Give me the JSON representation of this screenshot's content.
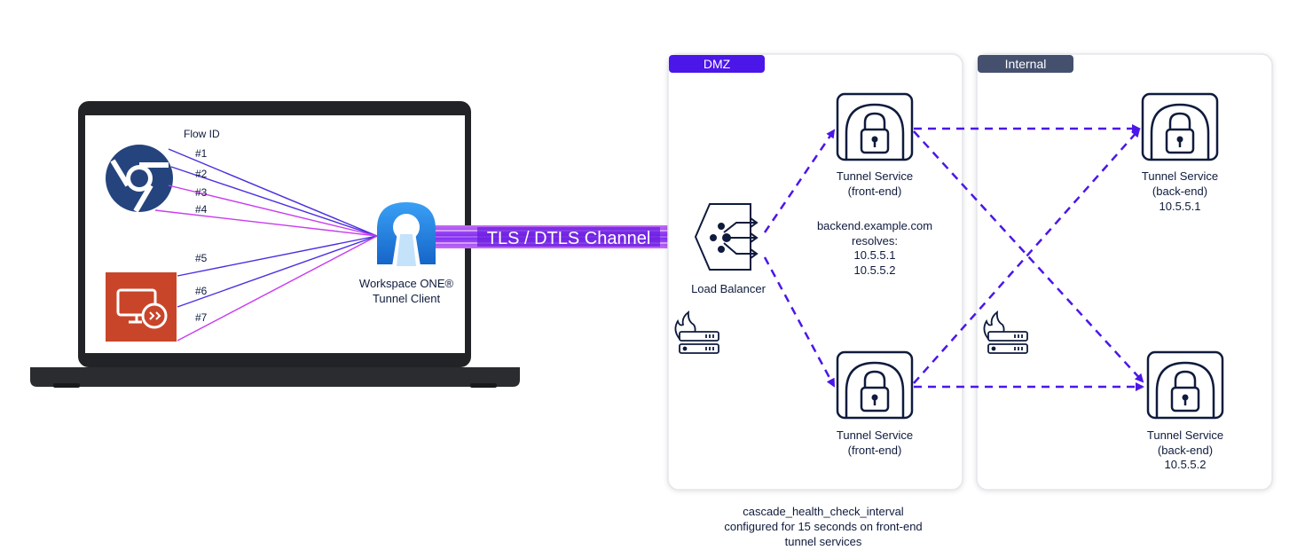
{
  "client": {
    "flow_id_label": "Flow ID",
    "flows": [
      "#1",
      "#2",
      "#3",
      "#4",
      "#5",
      "#6",
      "#7"
    ],
    "tunnel_client_label_line1": "Workspace ONE®",
    "tunnel_client_label_line2": "Tunnel Client",
    "icons": [
      "browser-icon",
      "remote-desktop-icon",
      "tunnel-client-keyhole-icon"
    ]
  },
  "channel": {
    "label": "TLS / DTLS Channel"
  },
  "zones": {
    "dmz": {
      "title": "DMZ",
      "color": "#4b16e8"
    },
    "internal": {
      "title": "Internal",
      "color": "#44506e"
    }
  },
  "load_balancer": {
    "label": "Load Balancer"
  },
  "front_end": {
    "top": {
      "line1": "Tunnel Service",
      "line2": "(front-end)"
    },
    "bottom": {
      "line1": "Tunnel Service",
      "line2": "(front-end)"
    }
  },
  "dns_note": {
    "line1": "backend.example.com",
    "line2": "resolves:",
    "line3": "10.5.5.1",
    "line4": "10.5.5.2"
  },
  "back_end": {
    "top": {
      "line1": "Tunnel Service",
      "line2": "(back-end)",
      "ip": "10.5.5.1"
    },
    "bottom": {
      "line1": "Tunnel Service",
      "line2": "(back-end)",
      "ip": "10.5.5.2"
    }
  },
  "footnote": {
    "line1": "cascade_health_check_interval",
    "line2": "configured for 15 seconds on front-end",
    "line3": "tunnel services"
  },
  "colors": {
    "flow_blue": "#4b2fe0",
    "flow_magenta": "#c93cf0",
    "dashed_link": "#4b16e8",
    "navy": "#0f1b3d"
  }
}
